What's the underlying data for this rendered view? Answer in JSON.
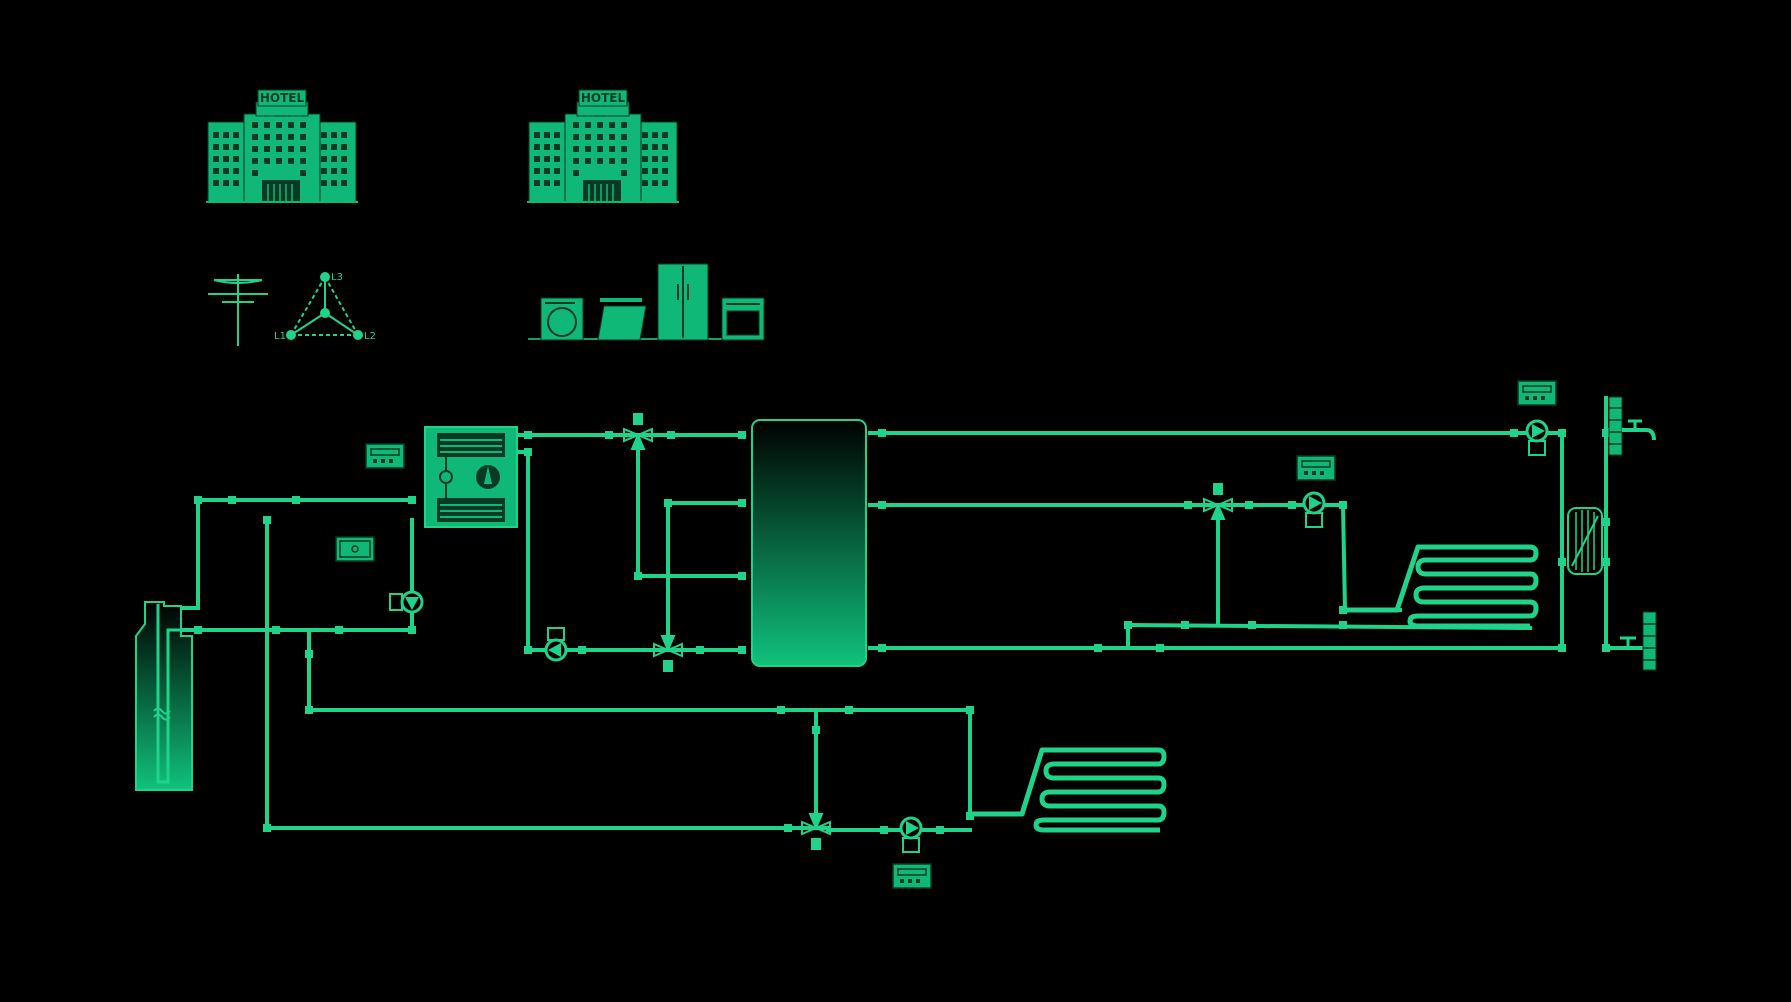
{
  "colors": {
    "background": "#000000",
    "pipe": "#1fd48a",
    "fill": "#10b877",
    "dark_line": "#063a22"
  },
  "hotels": [
    {
      "sign": "HOTEL"
    },
    {
      "sign": "HOTEL"
    }
  ],
  "power_grid": {
    "phases": [
      "L1",
      "L2",
      "L3"
    ]
  },
  "icons": {
    "grid": "power-pole-icon",
    "phases": "three-phase-icon",
    "appliances": [
      "washing-machine-icon",
      "laptop-icon",
      "fridge-icon",
      "oven-icon"
    ],
    "borehole": "ground-probe-icon",
    "heat_pump": "heat-pump-icon",
    "buffer_tank": "buffer-tank-icon",
    "heat_exchanger": "plate-heat-exchanger-icon",
    "tap": "water-tap-icon"
  }
}
